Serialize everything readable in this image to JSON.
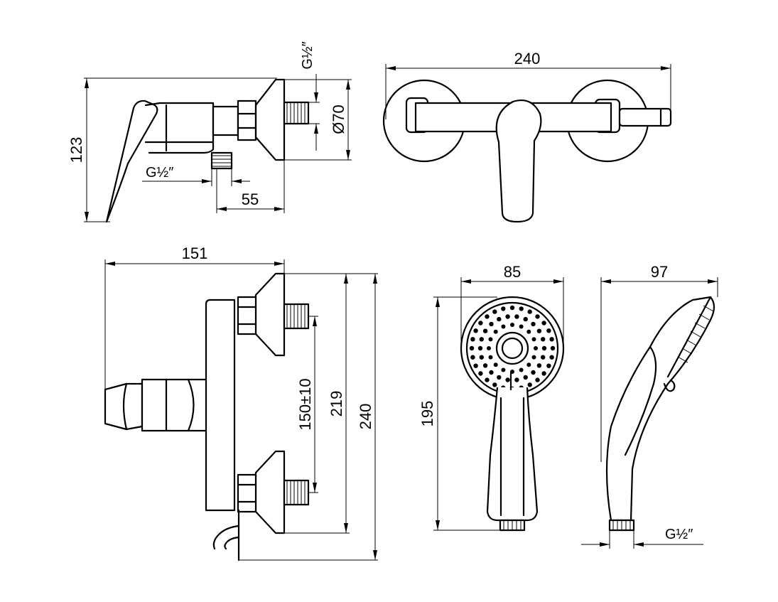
{
  "drawing": {
    "side_view": {
      "height": "123",
      "connection": "G½″",
      "connection_top": "G½″",
      "diameter": "Ø70",
      "depth": "55"
    },
    "front_view": {
      "width": "240"
    },
    "bottom_view": {
      "width": "151",
      "spacing": "150±10",
      "height_inner": "219",
      "height_total": "240"
    },
    "hand_shower_front": {
      "width": "85",
      "length": "195"
    },
    "hand_shower_side": {
      "width": "97",
      "connection": "G½″"
    }
  }
}
